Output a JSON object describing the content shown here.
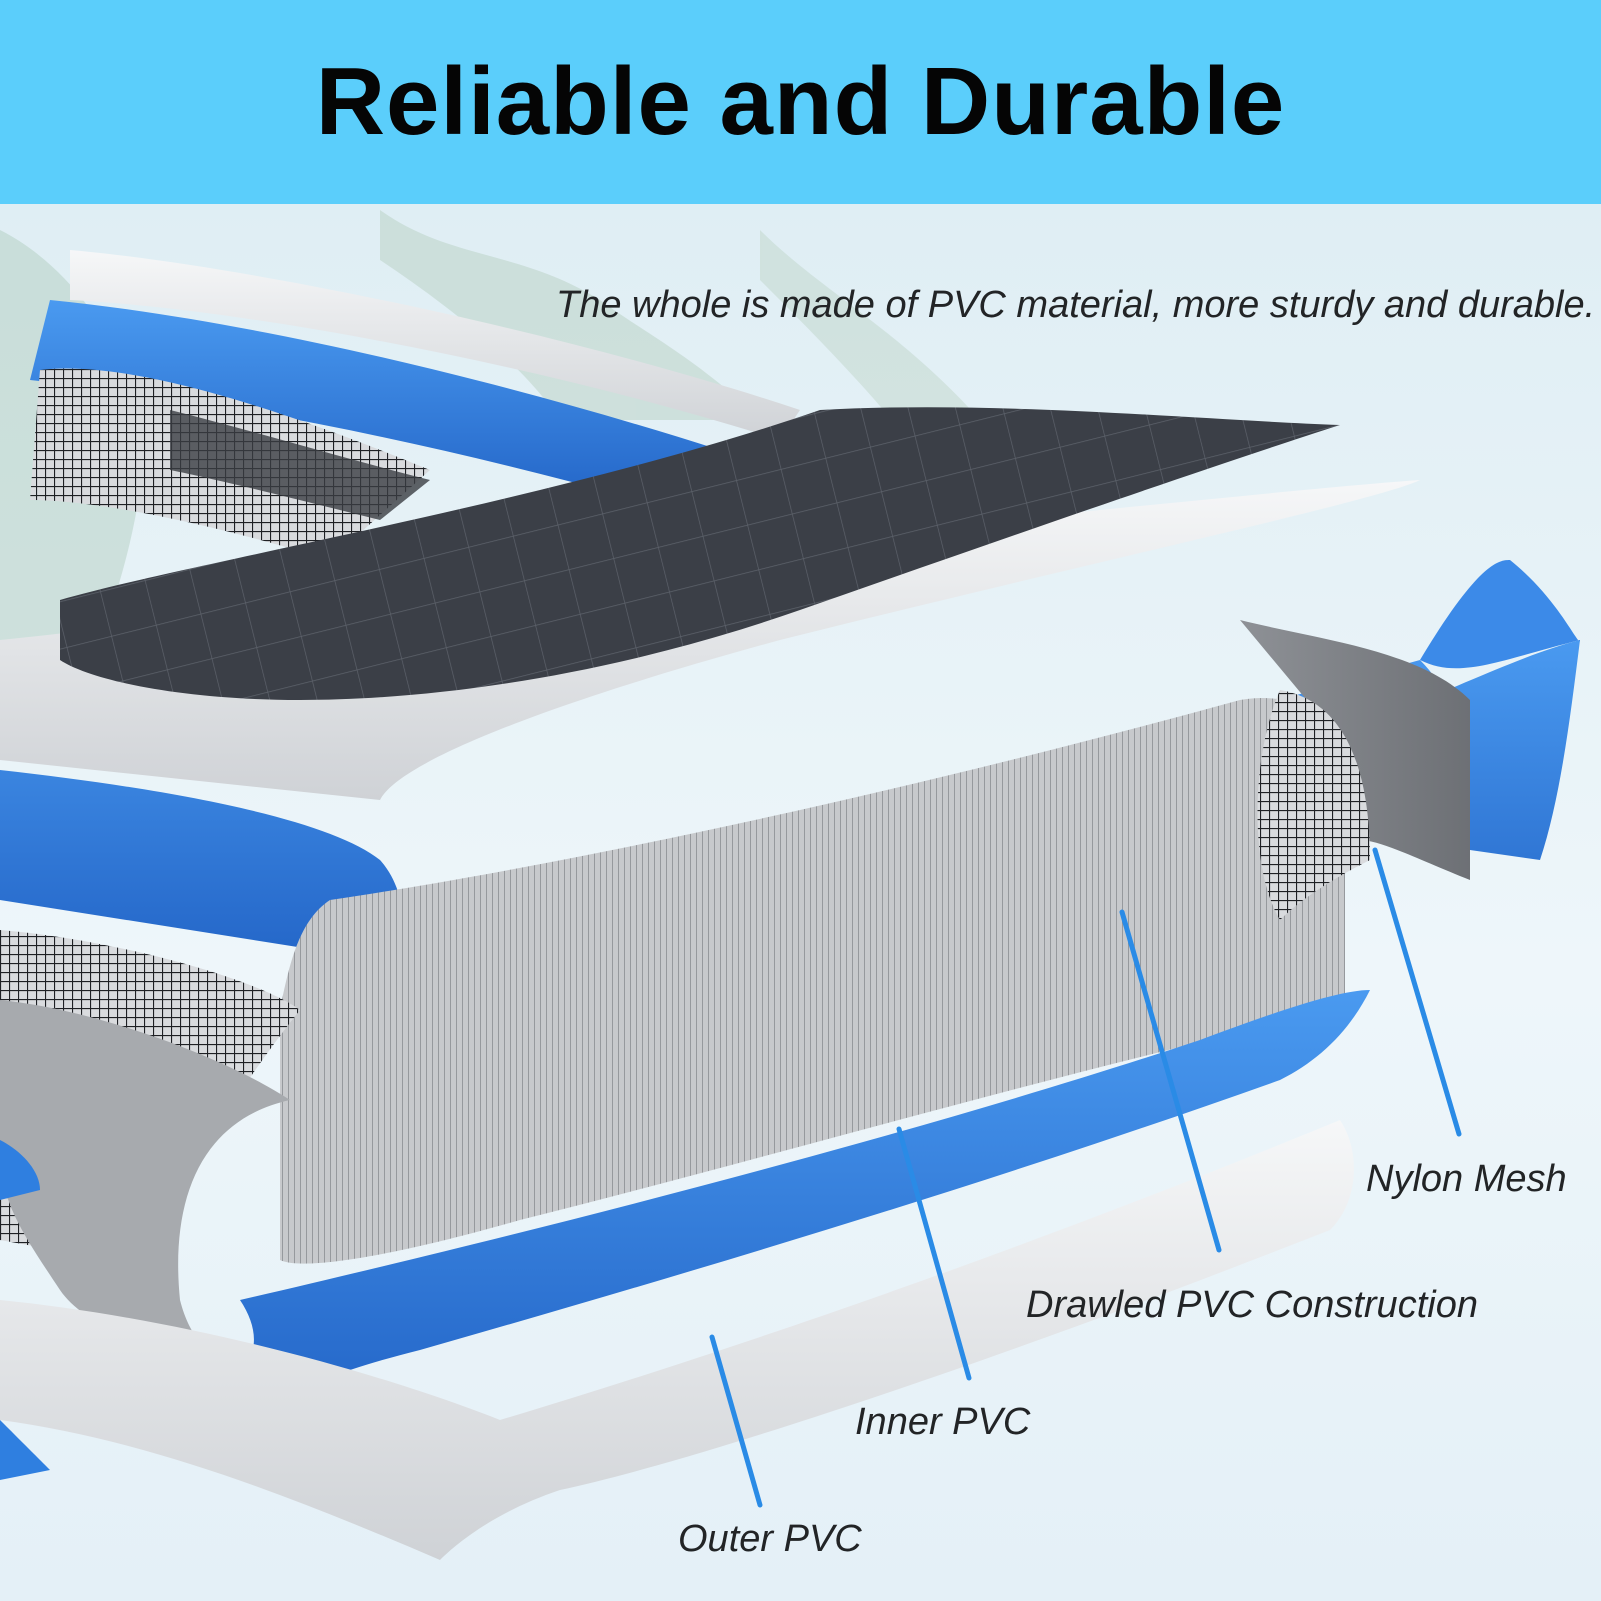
{
  "header": {
    "title": "Reliable and Durable"
  },
  "caption": {
    "text": "The whole is made of PVC material, more sturdy and durable."
  },
  "labels": {
    "nylon_mesh": "Nylon Mesh",
    "drawled_pvc": "Drawled PVC Construction",
    "inner_pvc": "Inner PVC",
    "outer_pvc": "Outer PVC"
  },
  "colors": {
    "banner": "#5BCEFB",
    "pvc_blue": "#2F7FE0",
    "pvc_white": "#ECEEF0",
    "mesh_dark": "#3A3D44",
    "pointer": "#2A8BE6"
  }
}
